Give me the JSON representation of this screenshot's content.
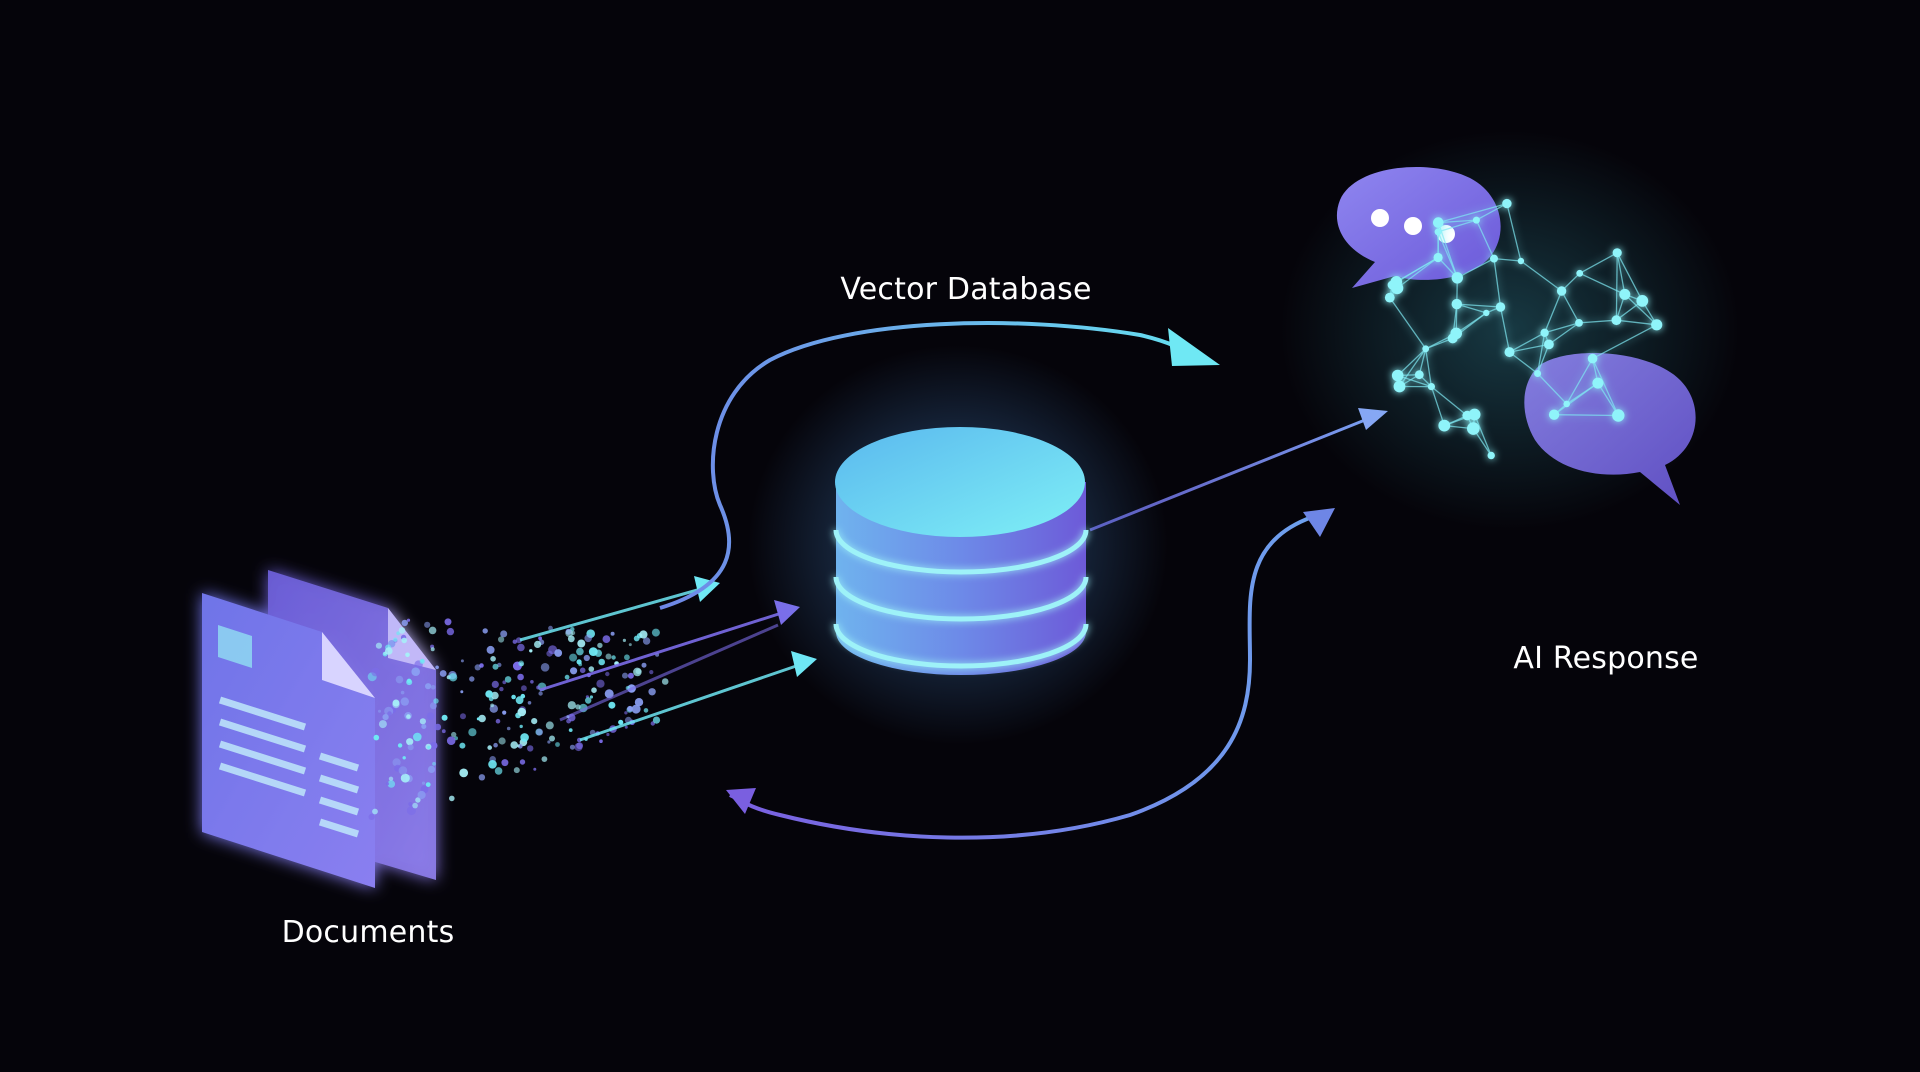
{
  "labels": {
    "documents": "Documents",
    "vector_database": "Vector Database",
    "ai_response": "AI Response"
  },
  "colors": {
    "background": "#05040a",
    "cyan": "#6fe8f4",
    "violet": "#7b6ce8",
    "periwinkle": "#6e86e6",
    "label": "#ffffff"
  },
  "icons": [
    "document-stack-icon",
    "database-cylinder-icon",
    "chat-bubble-icon",
    "neural-network-icon"
  ]
}
